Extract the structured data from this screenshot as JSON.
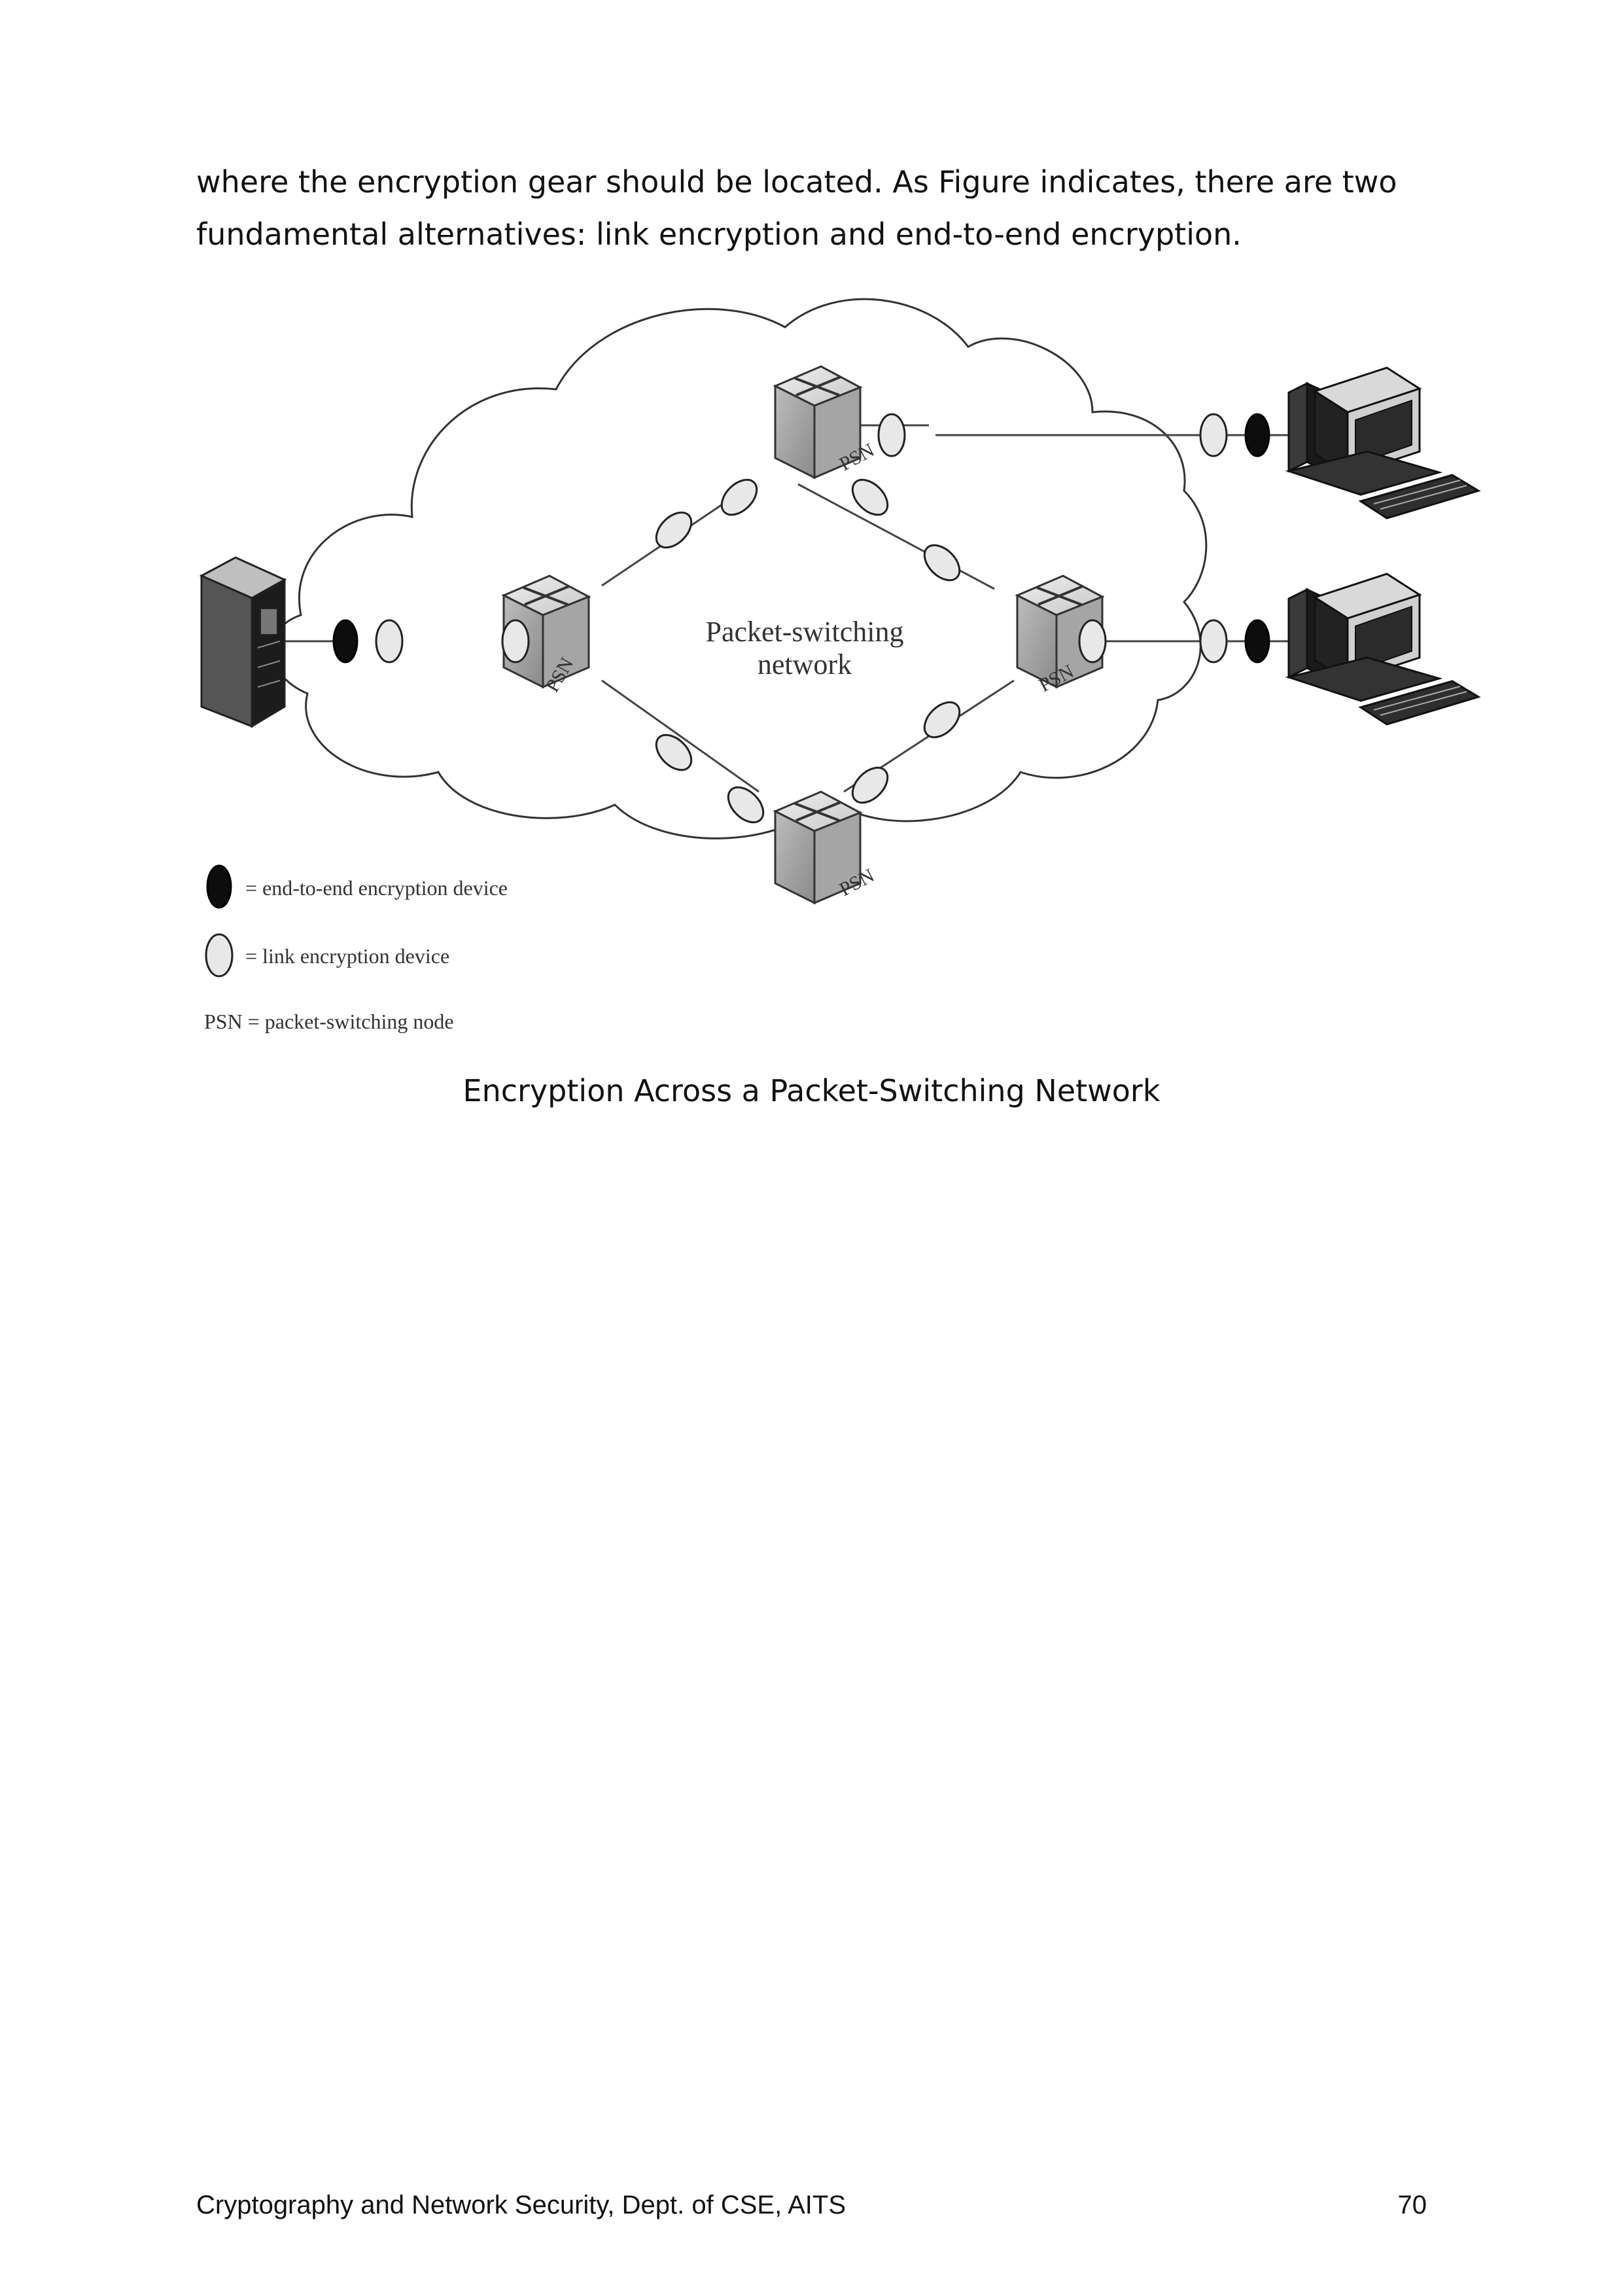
{
  "paragraph": {
    "line1": "where the encryption gear should be located. As Figure indicates, there are two",
    "line2": "fundamental alternatives: link encryption and end-to-end encryption."
  },
  "figure": {
    "cloud_label_line1": "Packet-switching",
    "cloud_label_line2": "network",
    "node_label": "PSN",
    "legend": {
      "end_to_end": "= end-to-end encryption device",
      "link": "= link encryption device",
      "psn": "PSN = packet-switching node"
    }
  },
  "caption": "Encryption Across a Packet-Switching Network",
  "footer": {
    "left": "Cryptography and Network Security, Dept. of CSE, AITS",
    "page_number": "70"
  }
}
